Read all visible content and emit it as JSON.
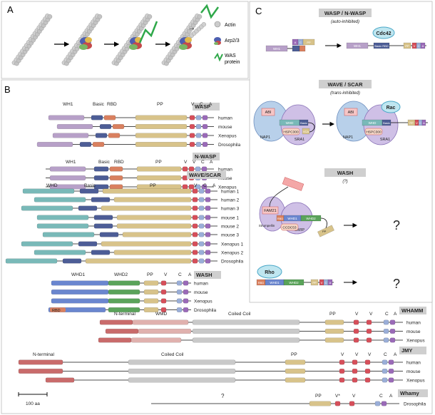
{
  "panels": {
    "a": "A",
    "b": "B",
    "c": "C"
  },
  "panel_a": {
    "legend": {
      "actin": "Actin",
      "arp": "Arp2/3",
      "was1": "WAS",
      "was2": "protein"
    }
  },
  "panel_b": {
    "wasp": {
      "title": "WASP",
      "labels": {
        "wh1": "WH1",
        "basic": "Basic",
        "rbd": "RBD",
        "pp": "PP",
        "v": "V",
        "c": "C",
        "a": "A"
      },
      "species": [
        "human",
        "mouse",
        "Xenopus",
        "Drosophila"
      ]
    },
    "nwasp": {
      "title": "N-WASP",
      "labels": {
        "wh1": "WH1",
        "basic": "Basic",
        "rbd": "RBD",
        "pp": "PP",
        "v1": "V",
        "v2": "V",
        "c": "C",
        "a": "A"
      },
      "species": [
        "human",
        "mouse",
        "Xenopus"
      ]
    },
    "wave": {
      "title": "WAVE/SCAR",
      "labels": {
        "whd": "WHD",
        "basic": "Basic",
        "pp": "PP",
        "v": "V",
        "c": "C",
        "a": "A"
      },
      "species": [
        "human 1",
        "human 2",
        "human 3",
        "mouse 1",
        "mouse 2",
        "mouse 3",
        "Xenopus 1",
        "Xenopus 2",
        "Drosophila"
      ]
    },
    "wash": {
      "title": "WASH",
      "labels": {
        "whd1": "WHD1",
        "whd2": "WHD2",
        "pp": "PP",
        "v": "V",
        "c": "C",
        "a": "A",
        "rbd": "RBD"
      },
      "species": [
        "human",
        "mouse",
        "Xenopus",
        "Drosophila"
      ]
    },
    "whamm": {
      "title": "WHAMM",
      "labels": {
        "nterm": "N-terminal",
        "wmd": "WMD",
        "cc": "Coiled Coil",
        "pp": "PP",
        "v1": "V",
        "v2": "V",
        "c": "C",
        "a": "A"
      },
      "species": [
        "human",
        "mouse",
        "Xenopus"
      ]
    },
    "jmy": {
      "title": "JMY",
      "labels": {
        "nterm": "N-terminal",
        "cc": "Coiled Coil",
        "pp": "PP",
        "v1": "V",
        "v2": "V",
        "v3": "V",
        "c": "C",
        "a": "A"
      },
      "species": [
        "human",
        "mouse",
        "Xenopus"
      ]
    },
    "whamy": {
      "title": "Whamy",
      "labels": {
        "q": "?",
        "pp": "PP",
        "v1": "V*",
        "v2": "V",
        "c": "C",
        "a": "A"
      },
      "species": [
        "Drosophila"
      ]
    },
    "scale": "100 aa"
  },
  "panel_c": {
    "wasp": {
      "title": "WASP / N-WASP",
      "subtitle": "(auto-inhibited)",
      "cdc42": "Cdc42",
      "left": {
        "wh1": "WH1",
        "basic": "Basic",
        "rbd": "RBD",
        "a": "A",
        "c": "C",
        "pp": "PP"
      },
      "right": {
        "wh1": "WH1",
        "basic": "Basic RBD",
        "pp": "PP",
        "v": "V",
        "c": "C",
        "a": "A"
      }
    },
    "wave": {
      "title": "WAVE / SCAR",
      "subtitle": "(trans-inhibited)",
      "rac": "Rac",
      "left": {
        "abi": "ABI",
        "nap1": "NAP1",
        "sra1": "SRA1",
        "hspc": "HSPC300",
        "whd": "WHD",
        "basic": "Basic",
        "vca": "VCA"
      },
      "right": {
        "abi": "ABI",
        "nap1": "NAP1",
        "sra1": "SRA1",
        "hspc": "HSPC300",
        "whd": "WHD",
        "basic": "Basic",
        "pp": "PP",
        "v": "V",
        "c": "C",
        "a": "A"
      }
    },
    "wash": {
      "title": "WASH",
      "subtitle": "(?)",
      "q1": "?",
      "q2": "?",
      "rho": "Rho",
      "complex": {
        "fam21": "FAM21",
        "strump": "Strumpellin",
        "swip": "SWIP",
        "ccdc53": "CCDC53",
        "rbd": "RBD",
        "whd1": "WHD1",
        "whd2": "WHD2",
        "pp": "PP",
        "vca": "VCA"
      },
      "bottom": {
        "rbd": "RBD",
        "whd1": "WHD1",
        "whd2": "WHD2",
        "pp": "PP",
        "v": "V",
        "c": "C",
        "a": "A"
      }
    }
  }
}
